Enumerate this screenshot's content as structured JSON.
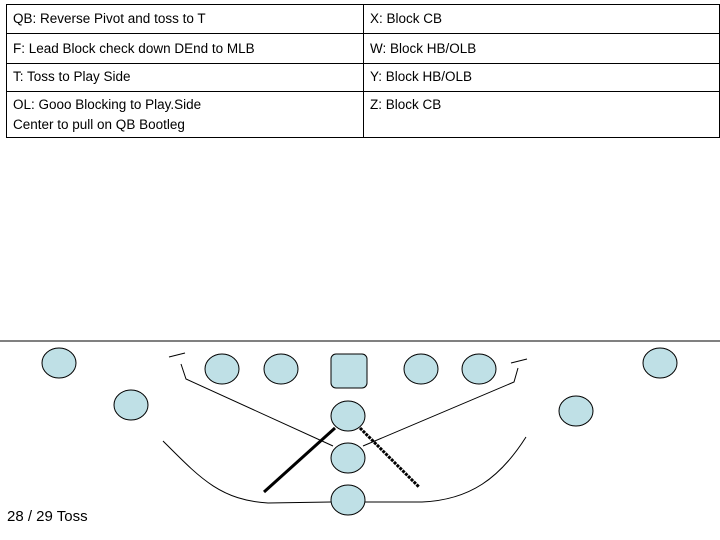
{
  "assignments": {
    "qb": "QB: Reverse Pivot and toss to T",
    "x": "X: Block CB",
    "f": "F: Lead Block check down DEnd to MLB",
    "w": "W: Block HB/OLB",
    "t": "T: Toss to Play Side",
    "y": "Y: Block HB/OLB",
    "ol_line1": "OL: Gooo Blocking to Play.Side",
    "ol_line2": "Center to pull on QB Bootleg",
    "z": "Z: Block CB"
  },
  "play_label": "28 / 29 Toss",
  "colors": {
    "player_fill": "#bfe0e6",
    "player_stroke": "#000000",
    "route_dash": "#000000"
  }
}
